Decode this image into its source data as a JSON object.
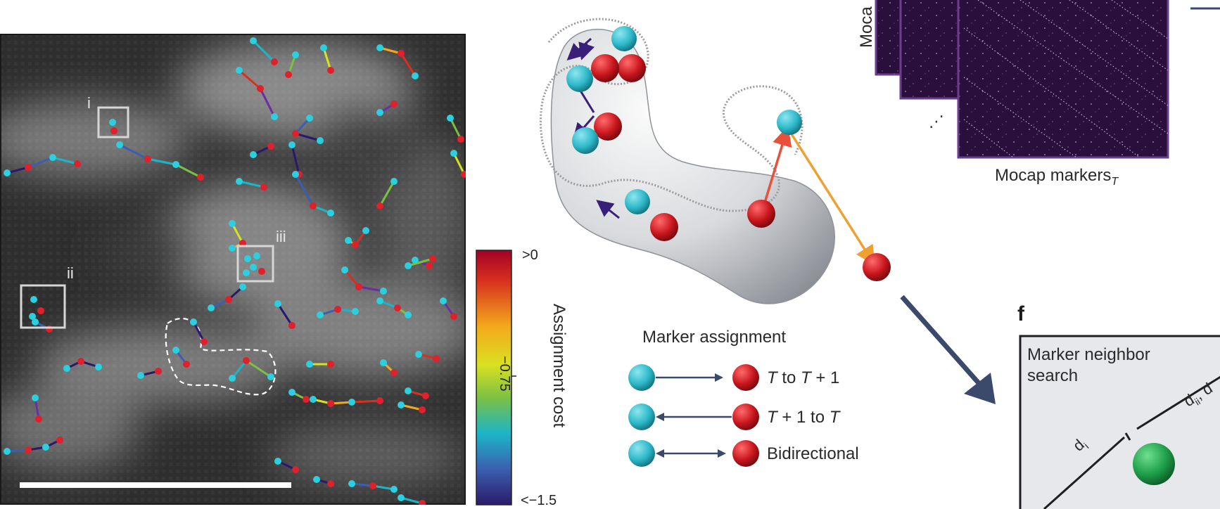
{
  "figure": {
    "colorbar": {
      "title": "Assignment cost",
      "tick_top": ">0",
      "tick_mid": "−0.75",
      "tick_bottom": "<−1.5"
    },
    "box_labels": [
      "i",
      "ii",
      "iii"
    ],
    "legend": {
      "title": "Marker assignment",
      "rows": [
        {
          "pre": "T",
          "mid": " to ",
          "post": "T",
          "suffix": " + 1"
        },
        {
          "pre": "T",
          "mid": " + 1 to ",
          "post": "T",
          "suffix": ""
        },
        {
          "text": "Bidirectional"
        }
      ]
    },
    "mocap": {
      "label_main": "Mocap markers",
      "label_sub": "T",
      "side_label": "Moca",
      "ellipsis": "⋰"
    },
    "panel_f": {
      "letter": "f",
      "title_line1": "Marker neighbor",
      "title_line2": "search",
      "dist_i": "d",
      "dist_i_sub": "i",
      "dist_ii": "d",
      "dist_ii_sub": "ii",
      "dist_trailing": ", d"
    },
    "colors": {
      "cyan": "#2bb8c9",
      "red": "#c8161d",
      "arrow": "#3b4a6b",
      "mocap_bg": "#2a0f3d",
      "mocap_border": "#6a3d8f",
      "panel_f_bg": "#e7e8eb",
      "green": "#1f9e4a"
    }
  }
}
